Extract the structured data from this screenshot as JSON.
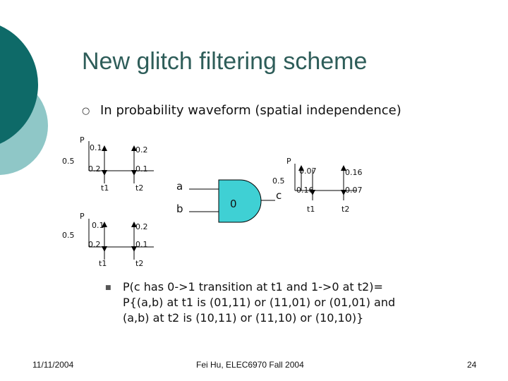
{
  "title": "New glitch filtering scheme",
  "bullet1": "In probability waveform (spatial independence)",
  "waveform_a": {
    "p_label": "P",
    "half_label": "0.5",
    "t1_up": "0.1",
    "t1_down": "0.2",
    "t2_up": "0.2",
    "t2_down": "0.1",
    "t1_label": "t1",
    "t2_label": "t2"
  },
  "waveform_b": {
    "p_label": "P",
    "half_label": "0.5",
    "t1_up": "0.1",
    "t1_down": "0.2",
    "t2_up": "0.2",
    "t2_down": "0.1",
    "t1_label": "t1",
    "t2_label": "t2"
  },
  "gate": {
    "input_a": "a",
    "input_b": "b",
    "output_value": "0",
    "output_label": "c",
    "fill_color": "#3fd0d4"
  },
  "waveform_c": {
    "p_label": "P",
    "half_label": "0.5",
    "t1_up": "0.07",
    "t1_down": "0.16",
    "t2_up": "0.16",
    "t2_down": "0.07",
    "t1_label": "t1",
    "t2_label": "t2"
  },
  "bullet2": {
    "line1": "P(c has 0->1 transition at t1 and 1->0 at t2)=",
    "line2": "P{(a,b) at t1 is (01,11) or (11,01) or (01,01) and",
    "line3": "(a,b) at t2 is (10,11) or (11,10) or (10,10)}"
  },
  "footer": {
    "date": "11/11/2004",
    "center": "Fei Hu, ELEC6970 Fall 2004",
    "page": "24"
  },
  "colors": {
    "teal_dark": "#0e6a68",
    "teal_light": "#8fc7c7",
    "title": "#2e5d59",
    "gate": "#3fd0d4"
  }
}
